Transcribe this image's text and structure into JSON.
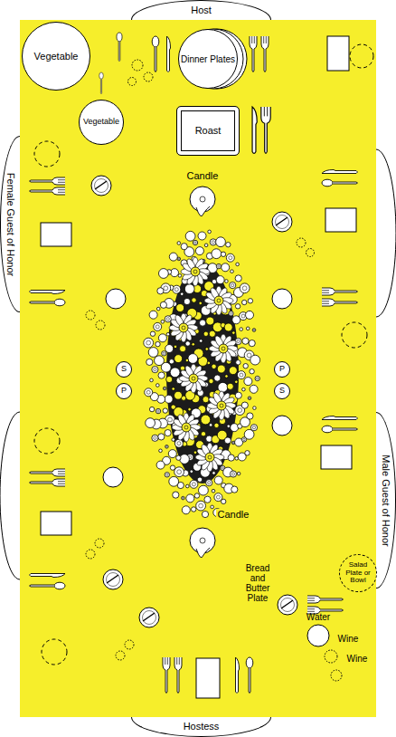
{
  "diagram": {
    "nodes": [
      {
        "text": [
          "Host"
        ]
      },
      {
        "text": [
          "Vegetable"
        ]
      },
      {
        "text": [
          "Dinner Plates"
        ]
      },
      {
        "text": [
          "Vegetable"
        ]
      },
      {
        "text": [
          "Roast"
        ]
      },
      {
        "text": [
          "Female Guest of Honor"
        ]
      },
      {
        "text": [
          "S"
        ]
      },
      {
        "text": [
          "P"
        ]
      },
      {
        "text": [
          "P"
        ]
      },
      {
        "text": [
          "S"
        ]
      },
      {
        "text": [
          "Male Guest of Honor"
        ]
      },
      {
        "text": [
          "Salad Plate or Bowl"
        ]
      },
      {
        "text": [
          "Hostess"
        ]
      }
    ],
    "labels": [
      "Candle",
      "Candle",
      "Bread and Butter Plate",
      "Water",
      "Wine",
      "Wine"
    ]
  }
}
